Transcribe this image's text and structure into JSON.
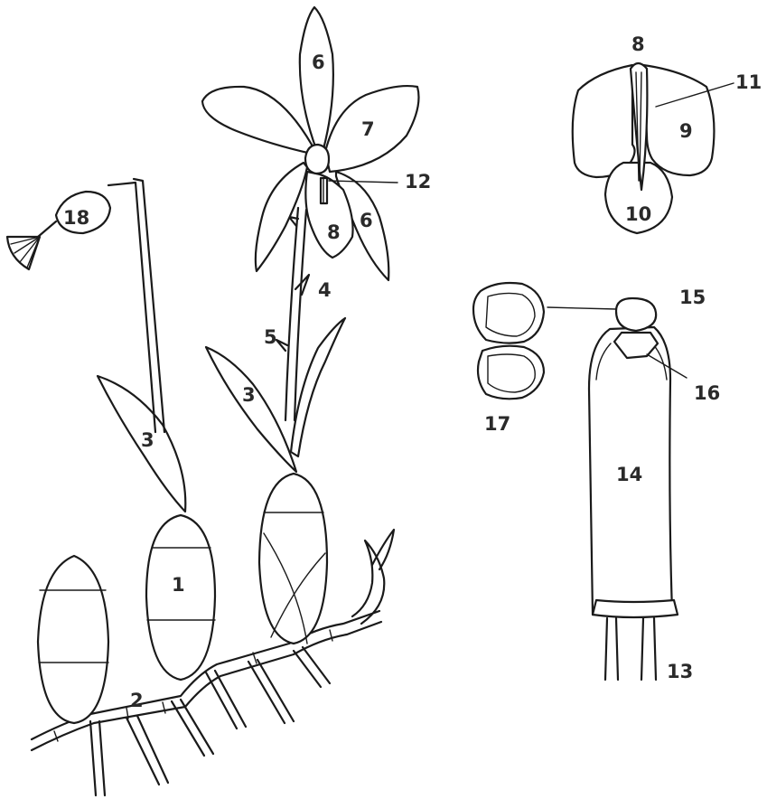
{
  "labels": {
    "n1": "1",
    "n2": "2",
    "n3a": "3",
    "n3b": "3",
    "n4": "4",
    "n5": "5",
    "n6a": "6",
    "n6b": "6",
    "n7": "7",
    "n8a": "8",
    "n8b": "8",
    "n9": "9",
    "n10": "10",
    "n11": "11",
    "n12": "12",
    "n13": "13",
    "n14": "14",
    "n15": "15",
    "n16": "16",
    "n17": "17",
    "n18": "18"
  }
}
